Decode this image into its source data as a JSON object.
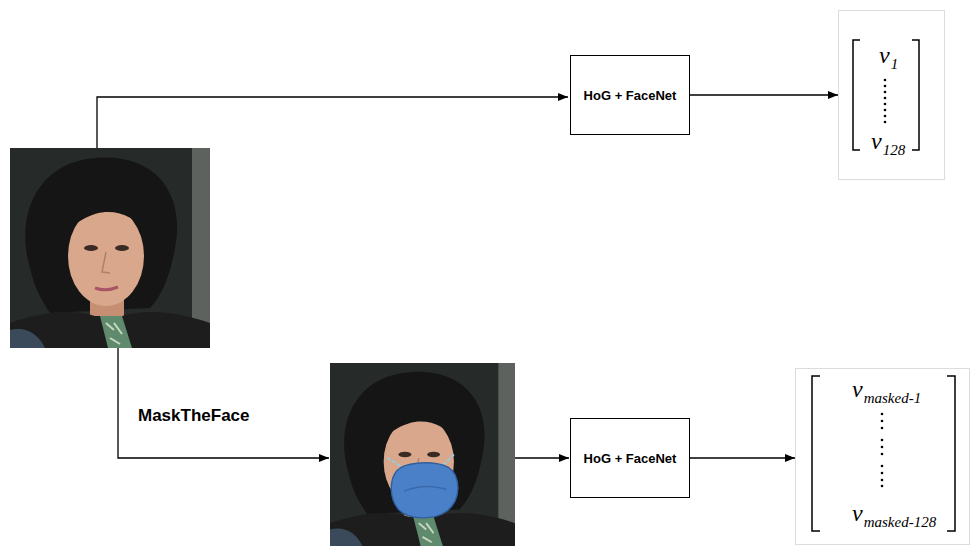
{
  "diagram": {
    "nodes": [
      {
        "text": [
          "HoG + FaceNet"
        ]
      },
      {
        "text": [
          "v",
          "1",
          "v",
          "128"
        ]
      },
      {
        "text": [
          "HoG + FaceNet"
        ]
      },
      {
        "text": [
          "v",
          "masked-1",
          "v",
          "masked-128"
        ]
      }
    ],
    "edges": [
      {
        "from": 0,
        "to": 1,
        "arrow": "to"
      },
      {
        "from": 2,
        "to": 3,
        "arrow": "to"
      }
    ],
    "labels": [
      "MaskTheFace"
    ]
  }
}
